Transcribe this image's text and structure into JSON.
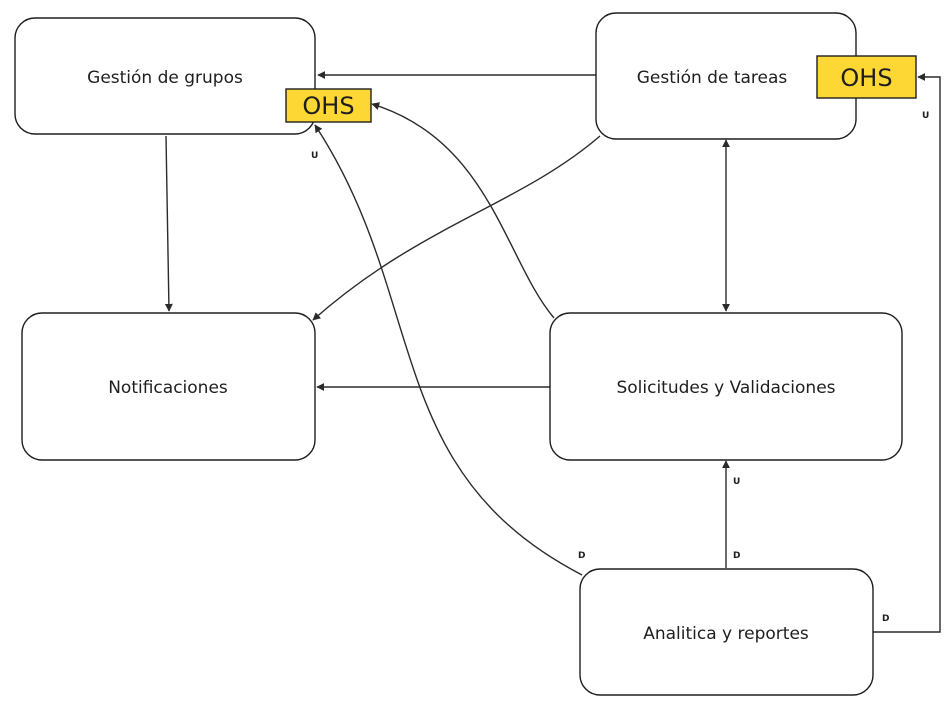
{
  "nodes": {
    "grupos": {
      "label": "Gestión de grupos"
    },
    "tareas": {
      "label": "Gestión de tareas"
    },
    "notificaciones": {
      "label": "Notificaciones"
    },
    "solicitudes": {
      "label": "Solicitudes y Validaciones"
    },
    "analitica": {
      "label": "Analitica y reportes"
    }
  },
  "badges": {
    "grupos_ohs": "OHS",
    "tareas_ohs": "OHS"
  },
  "relations": {
    "grupos_upstream": "U",
    "tareas_upstream": "U",
    "solicitudes_upstream": "U",
    "analitica_to_grupos_down": "D",
    "analitica_to_solicitudes_down": "D",
    "analitica_to_tareas_down": "D"
  },
  "colors": {
    "badge_fill": "#fdd835",
    "stroke": "#1e1e1e"
  }
}
